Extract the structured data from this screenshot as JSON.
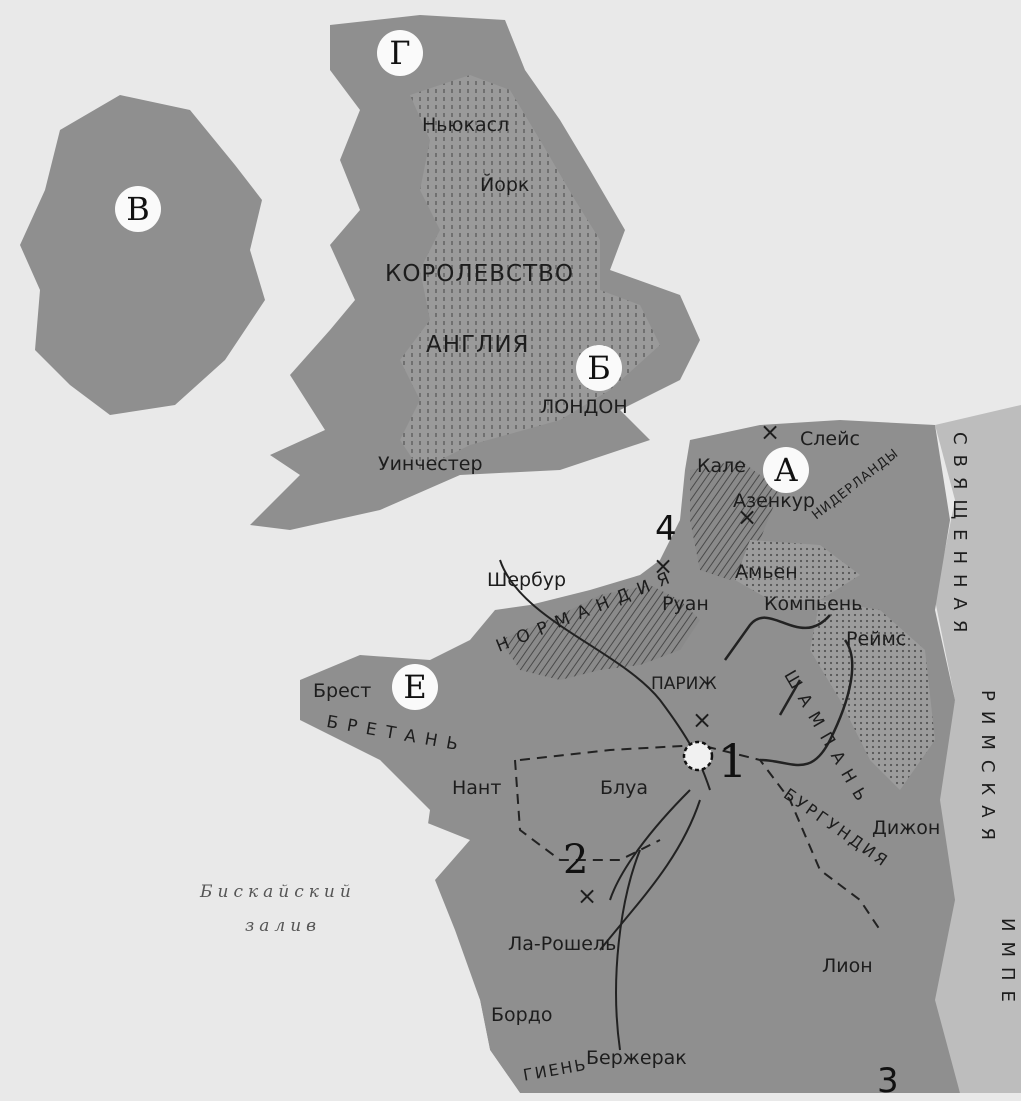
{
  "cities": {
    "newcastle": "Ньюкасл",
    "york": "Йорк",
    "london": "ЛОНДОН",
    "winchester": "Уинчестер",
    "sluys": "Слейс",
    "calais": "Кале",
    "azincourt": "Азенкур",
    "cherbourg": "Шербур",
    "amiens": "Амьен",
    "rouen": "Руан",
    "compiegne": "Компьень",
    "reims": "Реймс",
    "paris": "ПАРИЖ",
    "brest": "Брест",
    "nantes": "Нант",
    "blois": "Блуа",
    "dijon": "Дижон",
    "la_rochelle": "Ла-Рошель",
    "lyon": "Лион",
    "bordeaux": "Бордо",
    "bergerac": "Бержерак"
  },
  "regions": {
    "england_line1": "КОРОЛЕВСТВО",
    "england_line2": "АНГЛИЯ",
    "normandy": "НОРМАНДИЯ",
    "brittany": "БРЕТАНЬ",
    "champagne": "ШАМПАНЬ",
    "burgundy": "БУРГУНДИЯ",
    "netherlands": "НИДЕРЛАНДЫ",
    "guyenne": "ГИЕНЬ",
    "holy_line1": "СВЯЩЕННАЯ",
    "holy_line2": "РИМСКАЯ",
    "holy_line3": "ИМПЕ"
  },
  "seas": {
    "biscay_line1": "Бискайский",
    "biscay_line2": "залив"
  },
  "letters": {
    "a": "А",
    "b": "Б",
    "v": "В",
    "g": "Г",
    "e": "Е"
  },
  "numbers": {
    "n1": "1",
    "n2": "2",
    "n3": "3",
    "n4": "4"
  },
  "battle_symbol": "×",
  "colors": {
    "land": "#8f8f8f",
    "water": "#e9e9e9",
    "text": "#1d1d1d"
  }
}
